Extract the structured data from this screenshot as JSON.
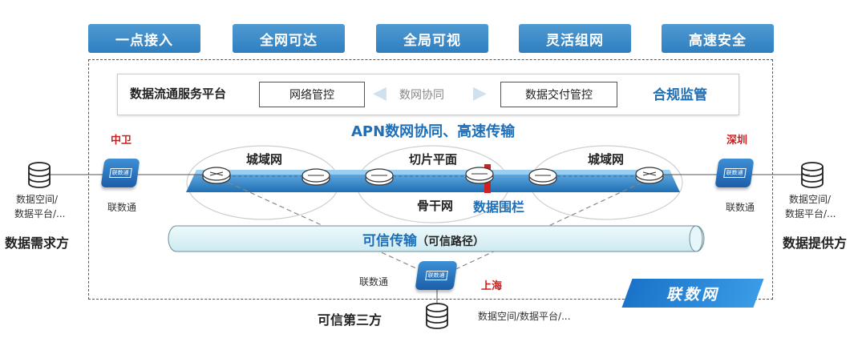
{
  "capabilities": [
    "一点接入",
    "全网可达",
    "全局可视",
    "灵活组网",
    "高速安全"
  ],
  "platform": {
    "title": "数据流通服务平台",
    "network_control": "网络管控",
    "collaboration": "数网协同",
    "delivery_control": "数据交付管控",
    "compliance": "合规监管"
  },
  "apn_label": "APN数网协同、高速传输",
  "network": {
    "metro_left": "城域网",
    "slice_plane": "切片平面",
    "metro_right": "城域网",
    "backbone": "骨干网",
    "data_fence": "数据围栏"
  },
  "trusted_transmission": "可信传输",
  "trusted_path": "（可信路径）",
  "nodes": {
    "zhongwei": "中卫",
    "shenzhen": "深圳",
    "shanghai": "上海",
    "device_label": "联数通",
    "device_badge": "联数通"
  },
  "parties": {
    "demand": "数据需求方",
    "provider": "数据提供方",
    "third": "可信第三方"
  },
  "data_space_left_1": "数据空间/",
  "data_space_left_2": "数据平台/...",
  "data_space_right_1": "数据空间/",
  "data_space_right_2": "数据平台/...",
  "data_space_bottom": "数据空间/数据平台/...",
  "brand": "联数网",
  "colors": {
    "accent": "#2f7fc0",
    "red": "#c81e1e",
    "pipe": "#dff3f7"
  }
}
